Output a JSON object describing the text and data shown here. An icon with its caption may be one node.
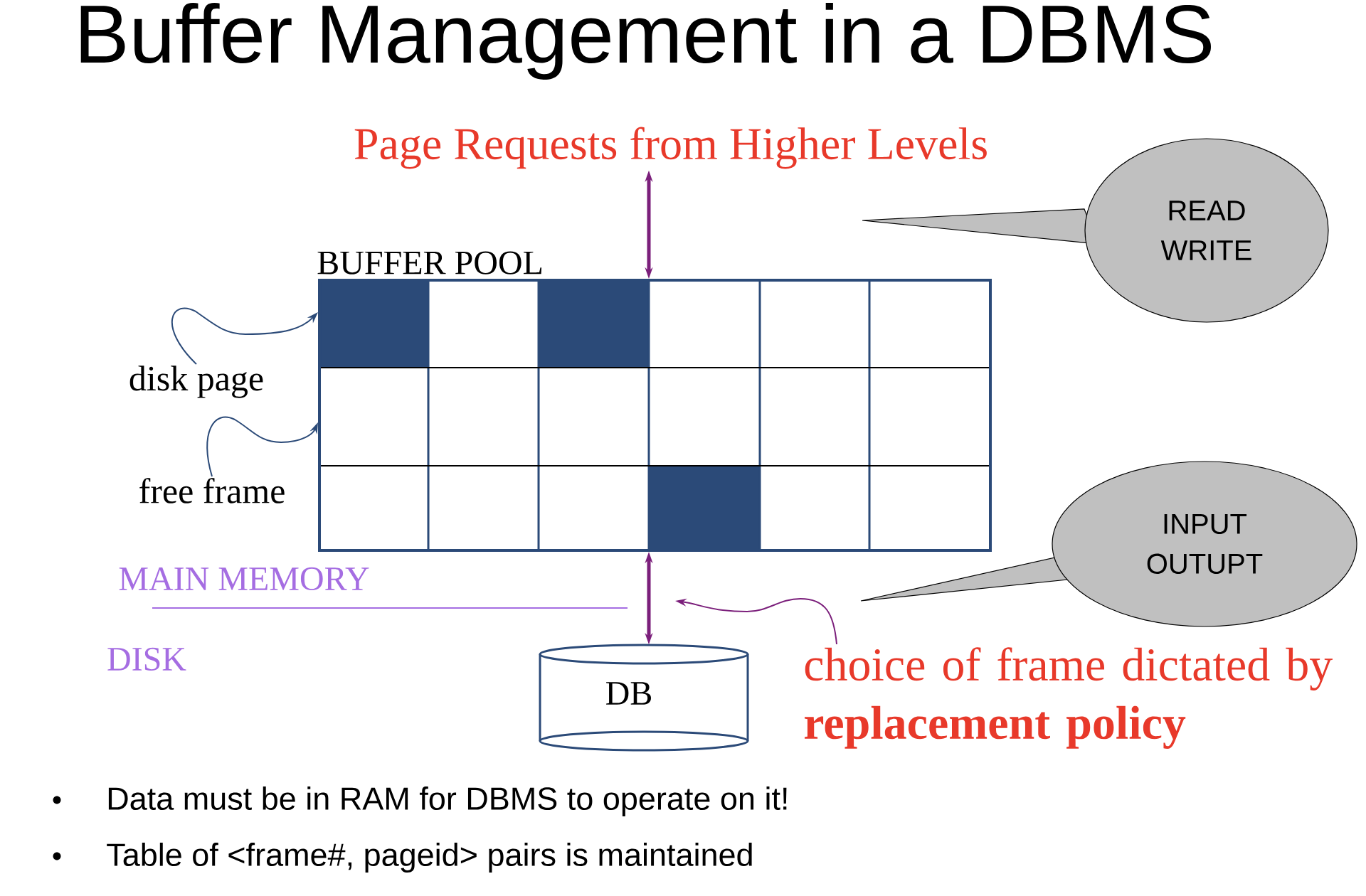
{
  "diagram": {
    "title": "Buffer Management in a DBMS",
    "nodes": [
      {
        "text": [
          "Page Requests from Higher Levels"
        ]
      },
      {
        "text": [
          "BUFFER POOL"
        ]
      },
      {
        "text": [
          "READ WRITE"
        ]
      },
      {
        "text": [
          "disk page"
        ]
      },
      {
        "text": [
          "free frame"
        ]
      },
      {
        "text": [
          "INPUT OUTUPT"
        ]
      },
      {
        "text": [
          "DB"
        ]
      },
      {
        "text": [
          "choice of frame dictated by **replacement policy**"
        ]
      }
    ],
    "edges": [
      {
        "from": 0,
        "to": 1,
        "arrow": "both",
        "style": "thick"
      },
      {
        "from": 1,
        "to": 6,
        "arrow": "both",
        "style": "thick"
      },
      {
        "from": 3,
        "to": 1,
        "arrow": "to",
        "color": "#2b4a78"
      },
      {
        "from": 4,
        "to": 1,
        "arrow": "to",
        "color": "#2b4a78"
      },
      {
        "from": 7,
        "to": null,
        "arrow": "to"
      }
    ],
    "labels": [
      "MAIN MEMORY",
      "DISK",
      "Data must be in RAM for DBMS to operate on it!",
      "Table of <frame#, pageid> pairs is maintained"
    ]
  }
}
